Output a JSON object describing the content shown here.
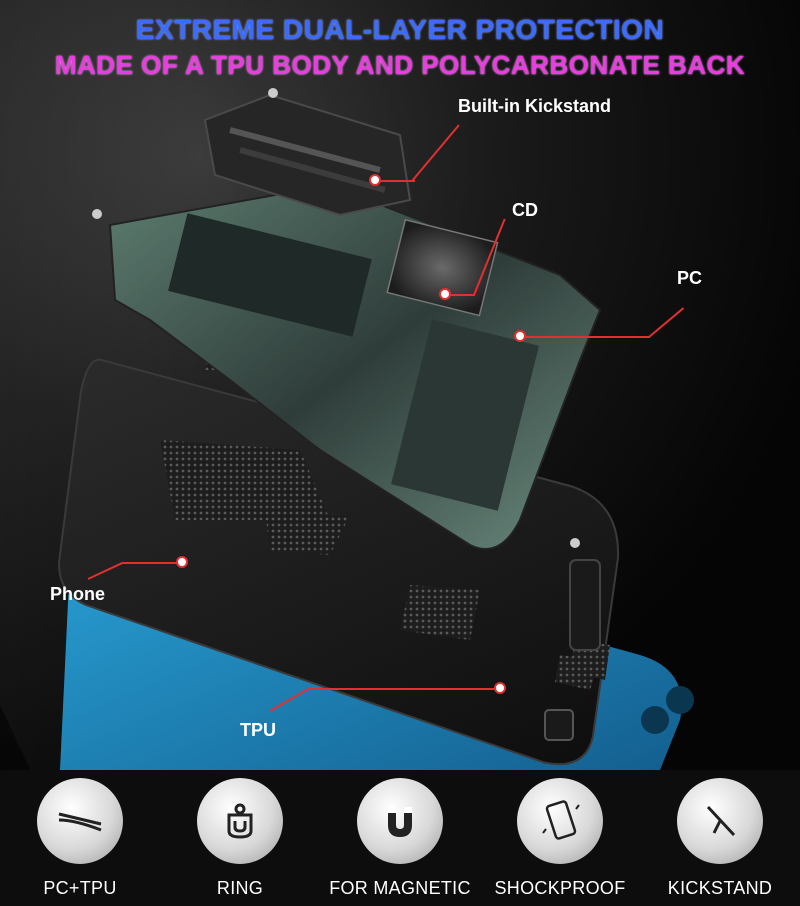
{
  "headline": {
    "line1": "EXTREME DUAL-LAYER PROTECTION",
    "line2": "MADE OF A TPU BODY AND POLYCARBONATE BACK"
  },
  "callouts": {
    "kickstand": "Built-in Kickstand",
    "cd": "CD",
    "pc": "PC",
    "phone": "Phone",
    "tpu": "TPU"
  },
  "features": [
    {
      "label": "PC+TPU",
      "icon": "layers-icon"
    },
    {
      "label": "RING",
      "icon": "ring-icon"
    },
    {
      "label": "FOR MAGNETIC",
      "icon": "magnet-icon"
    },
    {
      "label": "SHOCKPROOF",
      "icon": "phone-icon"
    },
    {
      "label": "KICKSTAND",
      "icon": "kickstand-icon"
    }
  ],
  "colors": {
    "headline1": "#3b6cff",
    "headline2": "#e93de0",
    "callout_line": "#e03030",
    "phone_blue": "#1f8fc4",
    "camo_green": "#4f6e60"
  }
}
